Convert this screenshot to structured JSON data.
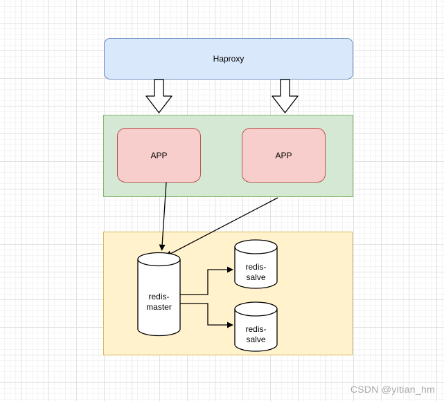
{
  "diagram": {
    "haproxy": {
      "label": "Haproxy",
      "fill": "#dae8fc",
      "stroke": "#6c8ebf"
    },
    "app_tier": {
      "fill": "#d5e8d4",
      "stroke": "#82b366",
      "app_fill": "#f8cecc",
      "app_stroke": "#b85450",
      "apps": [
        {
          "label": "APP"
        },
        {
          "label": "APP"
        }
      ]
    },
    "redis_tier": {
      "fill": "#fff2cc",
      "stroke": "#d6b656",
      "cylinder_fill": "#ffffff",
      "cylinder_stroke": "#000000",
      "master": {
        "label": "redis-\nmaster"
      },
      "slaves": [
        {
          "label": "redis-\nsalve"
        },
        {
          "label": "redis-\nsalve"
        }
      ]
    },
    "connections": [
      {
        "from": "haproxy",
        "to": "app-1",
        "style": "block-arrow-down"
      },
      {
        "from": "haproxy",
        "to": "app-2",
        "style": "block-arrow-down"
      },
      {
        "from": "app-1",
        "to": "redis-master",
        "style": "straight-arrow"
      },
      {
        "from": "app-2",
        "to": "redis-master",
        "style": "straight-arrow"
      },
      {
        "from": "redis-master",
        "to": "redis-slave-1",
        "style": "orthogonal-arrow"
      },
      {
        "from": "redis-master",
        "to": "redis-slave-2",
        "style": "orthogonal-arrow"
      }
    ]
  },
  "watermark": "CSDN @yitian_hm"
}
